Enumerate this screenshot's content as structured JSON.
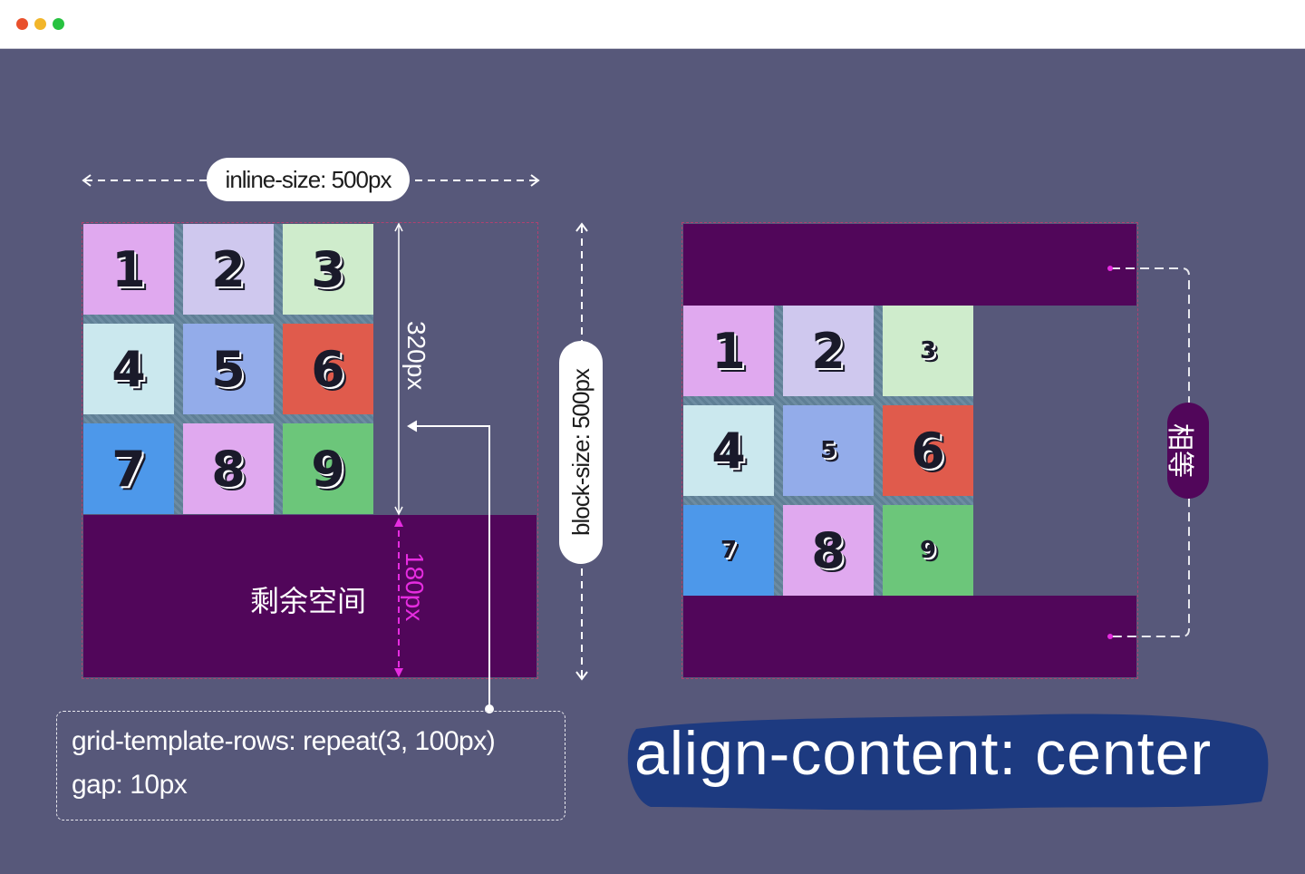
{
  "window": {
    "controls": [
      "close",
      "minimize",
      "maximize"
    ]
  },
  "colors": {
    "background": "#57587a",
    "free_space": "#51065a",
    "dimension_accent": "#e62ce0",
    "heading_blob": "#1d3a80",
    "cells": [
      "#e0a9ef",
      "#cfc8ee",
      "#cfeccc",
      "#cbe8ee",
      "#93acea",
      "#e05b4c",
      "#4d98ea",
      "#e0a9ef",
      "#6cc67a"
    ]
  },
  "diagram": {
    "inline_size_label": "inline-size: 500px",
    "block_size_label": "block-size: 500px",
    "track_height_label": "320px",
    "free_space_height_label": "180px",
    "free_space_label": "剩余空间",
    "equal_label": "相等",
    "left_cells": [
      "1",
      "2",
      "3",
      "4",
      "5",
      "6",
      "7",
      "8",
      "9"
    ],
    "right_cells": [
      "1",
      "2",
      "3",
      "4",
      "5",
      "6",
      "7",
      "8",
      "9"
    ],
    "code_line_1": "grid-template-rows: repeat(3,  100px)",
    "code_line_2": "gap: 10px",
    "heading": "align-content: center"
  }
}
